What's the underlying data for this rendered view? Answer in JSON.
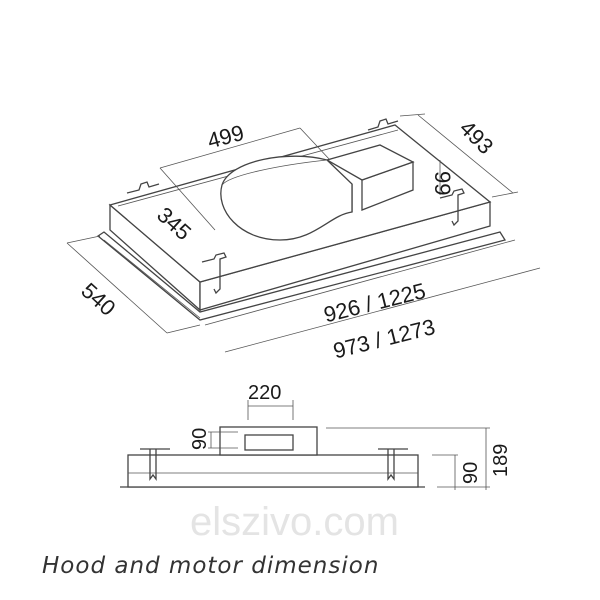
{
  "watermark": "elszivo.com",
  "top_view": {
    "dim_width_motor": "499",
    "dim_depth_motor": "345",
    "dim_depth_hood": "493",
    "dim_motor_height": "99",
    "dim_flange_depth": "540",
    "dim_hood_width": "926 / 1225",
    "dim_flange_width": "973 / 1273"
  },
  "side_view": {
    "dim_outlet_width": "220",
    "dim_outlet_height": "90",
    "dim_hood_height": "90",
    "dim_total_height": "189"
  },
  "caption": "Hood and motor dimension"
}
